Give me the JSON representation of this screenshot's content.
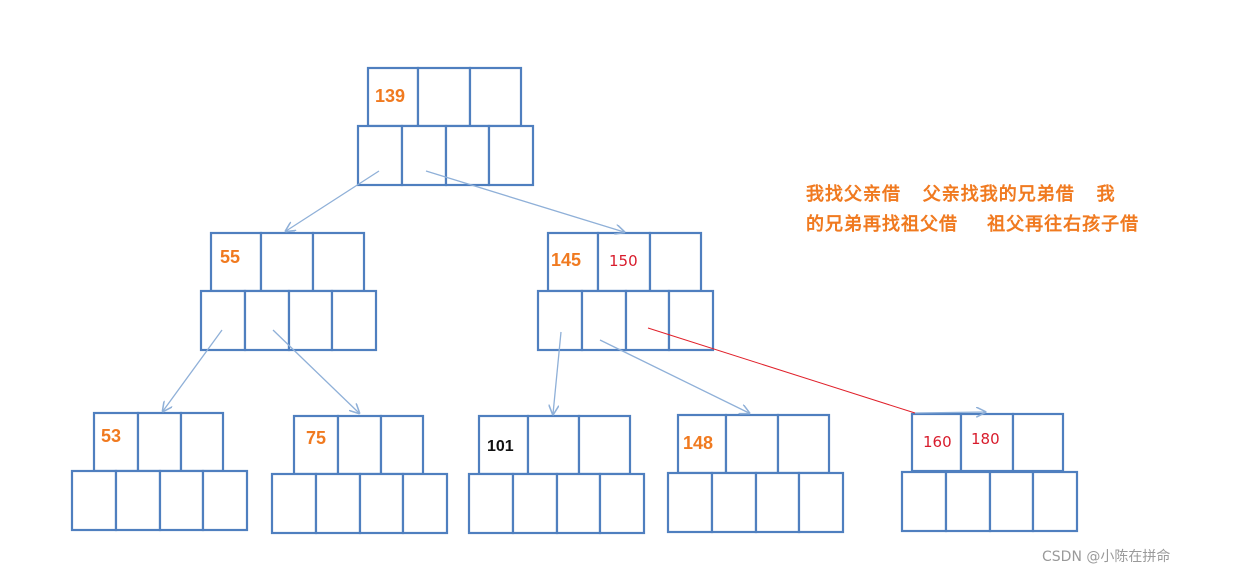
{
  "tree": {
    "root": {
      "keys": [
        "139",
        "",
        ""
      ]
    },
    "level1": [
      {
        "keys": [
          "55",
          "",
          ""
        ]
      },
      {
        "keys": [
          "145",
          "150",
          ""
        ]
      }
    ],
    "leaves": [
      {
        "keys": [
          "53",
          "",
          ""
        ]
      },
      {
        "keys": [
          "75",
          "",
          ""
        ]
      },
      {
        "keys": [
          "101",
          "",
          ""
        ]
      },
      {
        "keys": [
          "148",
          "",
          ""
        ]
      },
      {
        "keys": [
          "160",
          "180",
          ""
        ]
      }
    ]
  },
  "annotation": {
    "line1": "我找父亲借   父亲找我的兄弟借   我",
    "line2": "的兄弟再找祖父借    祖父再往右孩子借"
  },
  "watermark": "CSDN @小陈在拼命",
  "colors": {
    "node_border": "#4f7fbf",
    "arrow": "#8fb0d8",
    "highlight": "#e0202a",
    "key_orange": "#f07a20"
  }
}
